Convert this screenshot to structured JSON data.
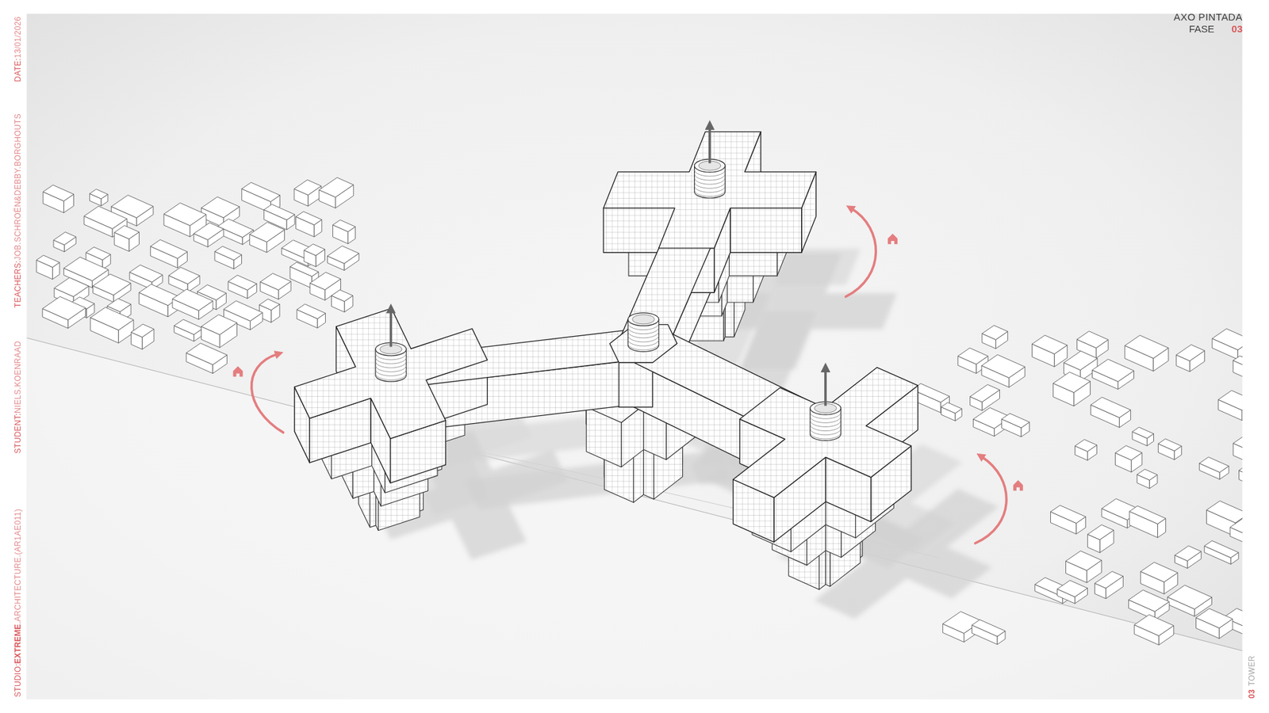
{
  "diagram": {
    "title": "AXO PINTADA",
    "labels": [
      "FASE",
      "03",
      "DATE:",
      "13/01/2026",
      "TEACHERS:",
      "JOB.SCHROËN&DEBBY.BORGHOUTS",
      "STUDENT:",
      "NIELS.KOENRAAD",
      "STUDIO:",
      "EXTREME",
      ".ARCHITECTURE.(AR1AE011)",
      "03",
      "TOWER"
    ]
  }
}
